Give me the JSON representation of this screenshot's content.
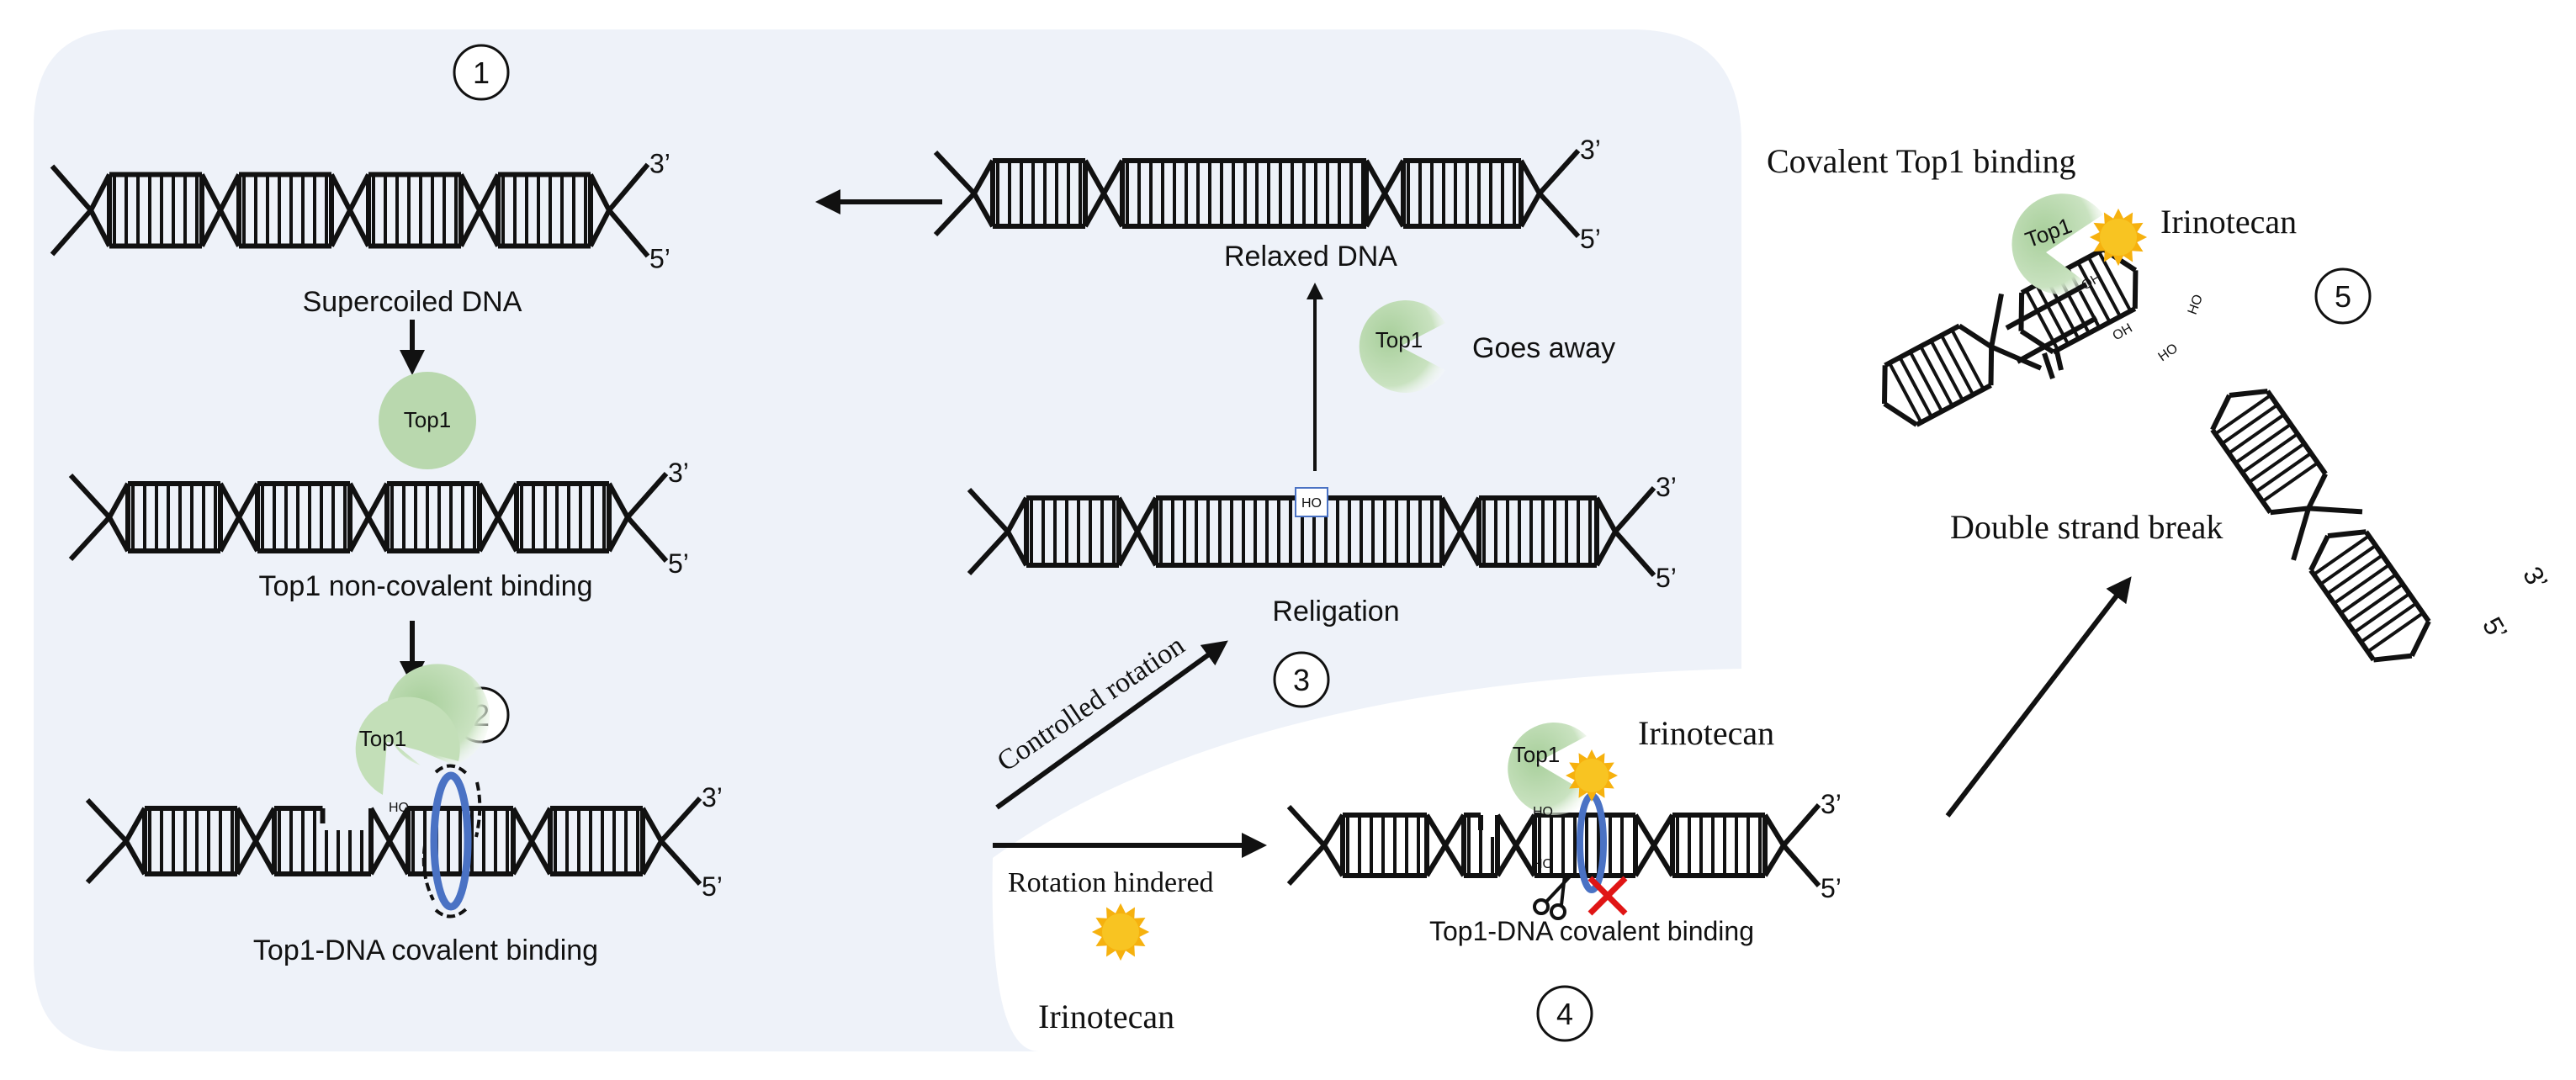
{
  "colors": {
    "panel": "#eef2f9",
    "top1": "#b9d8ae",
    "ring": "#4a72c4",
    "sun": "#f6b10e",
    "cross": "#e01515",
    "ink": "#111111"
  },
  "steps": [
    "1",
    "2",
    "3",
    "4",
    "5"
  ],
  "labels": {
    "supercoiled": "Supercoiled DNA",
    "noncovalent": "Top1 non-covalent binding",
    "covalent": "Top1-DNA covalent binding",
    "relaxed": "Relaxed DNA",
    "goes_away": "Goes away",
    "religation": "Religation",
    "controlled_rotation": "Controlled rotation",
    "rotation_hindered": "Rotation hindered",
    "irinotecan_left": "Irinotecan",
    "irinotecan_4": "Irinotecan",
    "covalent_4": "Top1-DNA covalent binding",
    "covalent_top1_binding": "Covalent Top1 binding",
    "irinotecan_5": "Irinotecan",
    "double_strand_break": "Double strand break"
  },
  "enzyme": "Top1",
  "ends": {
    "three": "3’",
    "five": "5’"
  },
  "groups": {
    "ho": "HO",
    "oh": "OH"
  }
}
